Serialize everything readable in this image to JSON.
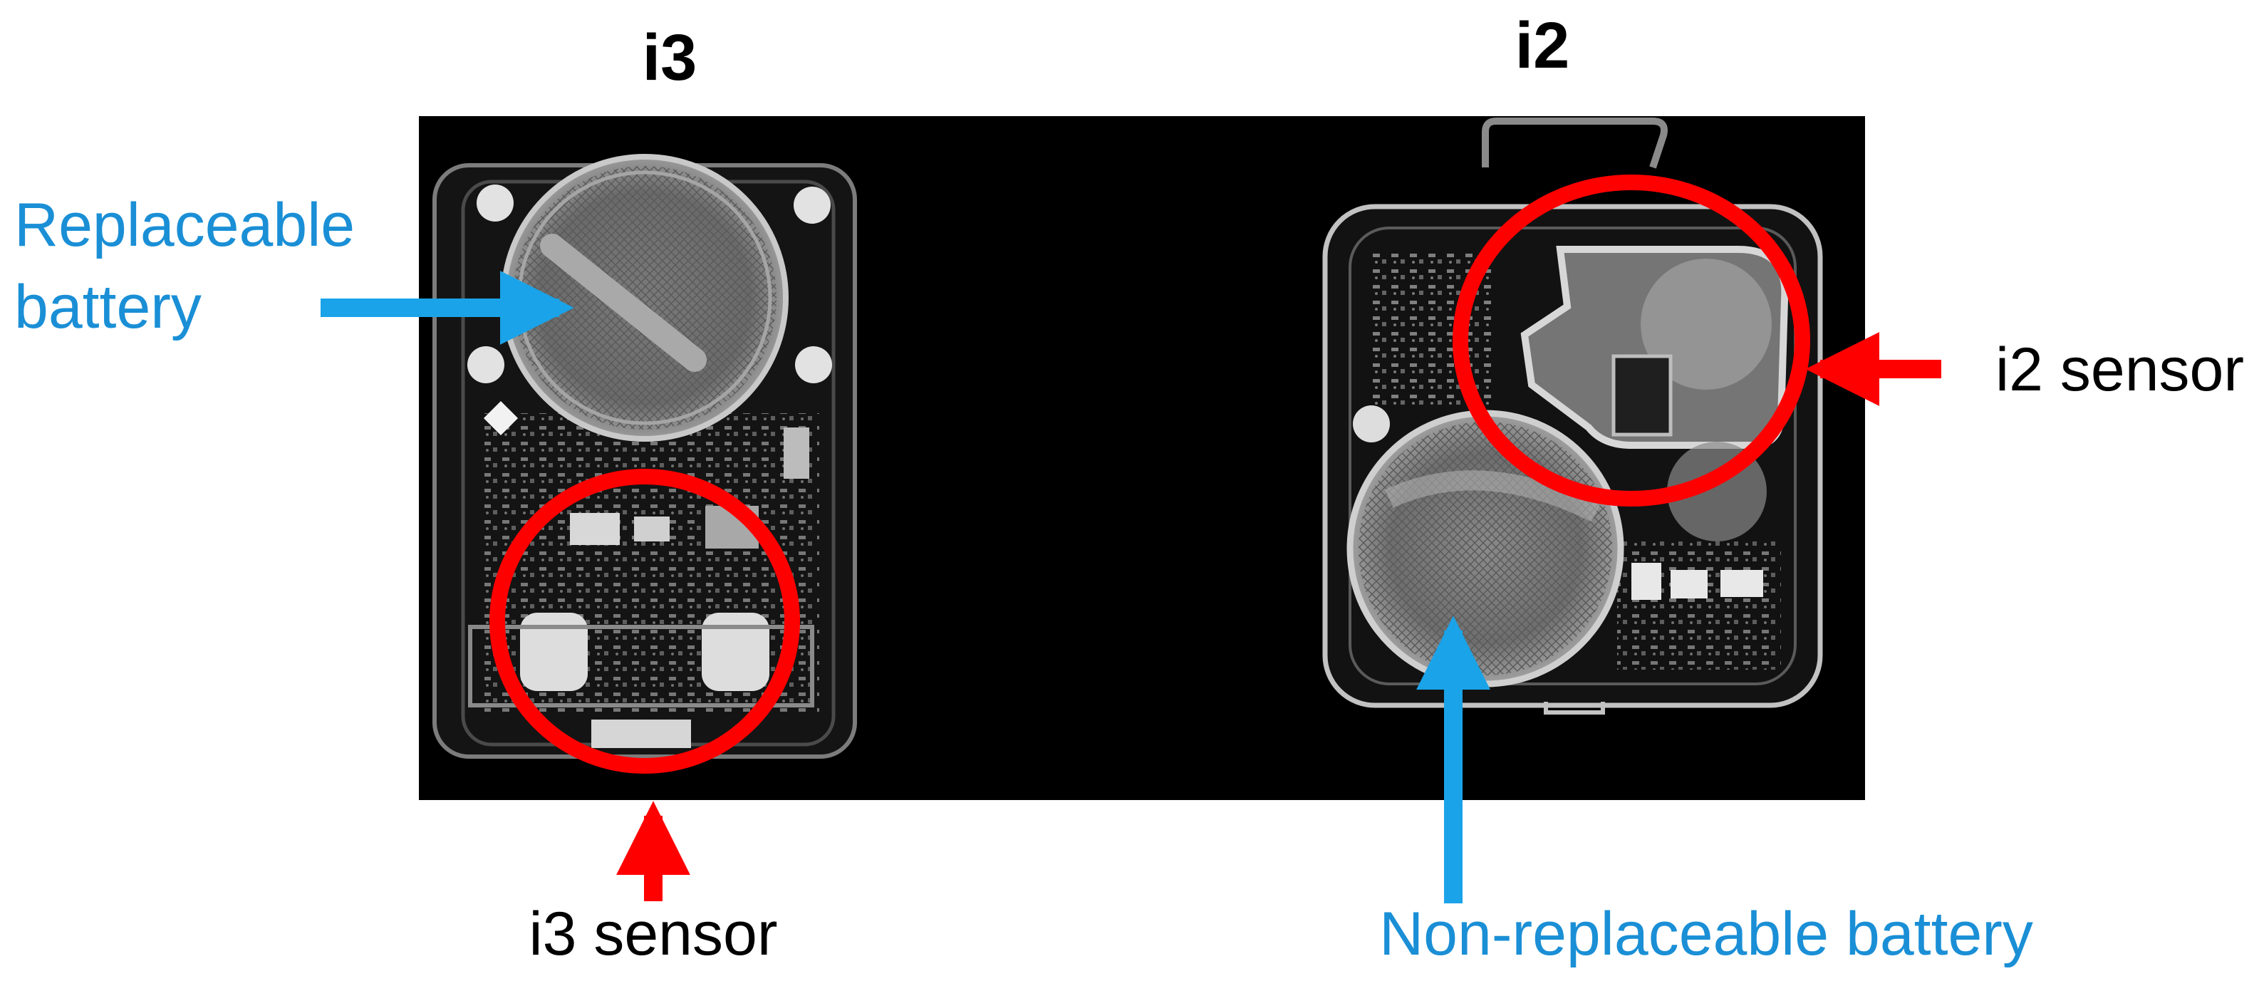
{
  "titles": {
    "left": "i3",
    "right": "i2"
  },
  "labels": {
    "replaceable_battery_line1": "Replaceable",
    "replaceable_battery_line2": "battery",
    "i3_sensor": "i3 sensor",
    "i2_sensor": "i2 sensor",
    "non_replaceable_battery": "Non-replaceable battery"
  },
  "colors": {
    "battery_label": "#1a8fd6",
    "battery_arrow": "#1aa3e8",
    "sensor_highlight": "#ff0000",
    "sensor_label": "#000000",
    "xray_background": "#000000"
  }
}
